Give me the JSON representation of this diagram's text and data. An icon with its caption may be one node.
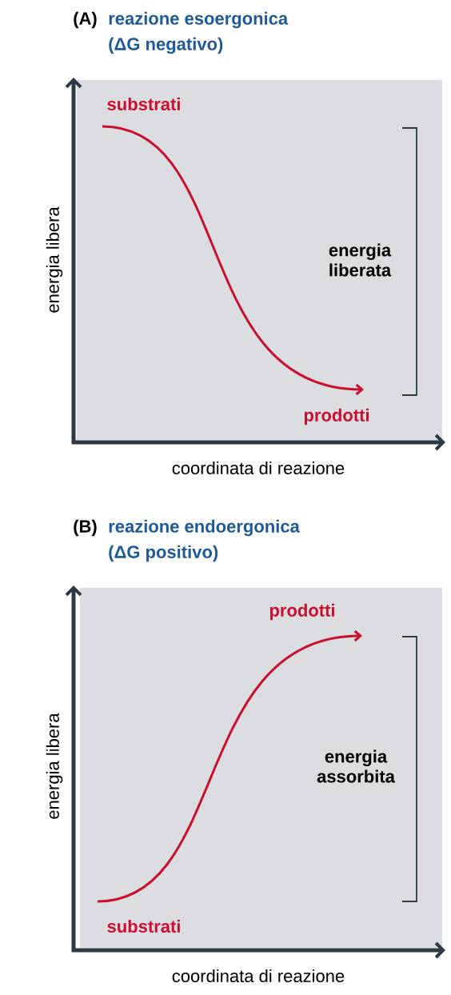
{
  "diagram": {
    "nodes": [
      {
        "text": [
          "substrati"
        ]
      },
      {
        "text": [
          "prodotti"
        ]
      },
      {
        "text": [
          "prodotti"
        ]
      },
      {
        "text": [
          "substrati"
        ]
      }
    ],
    "edges": [
      {
        "from": 0,
        "to": 1,
        "arrow": "to"
      },
      {
        "from": 3,
        "to": 2,
        "arrow": "to"
      }
    ],
    "labels": [
      "(A)",
      "reazione esoergonica",
      "(ΔG negativo)",
      "energia libera",
      "energia liberata",
      "coordinata di reazione",
      "(B)",
      "reazione endoergonica",
      "(ΔG positivo)",
      "energia libera",
      "energia assorbita",
      "coordinata di reazione"
    ]
  }
}
